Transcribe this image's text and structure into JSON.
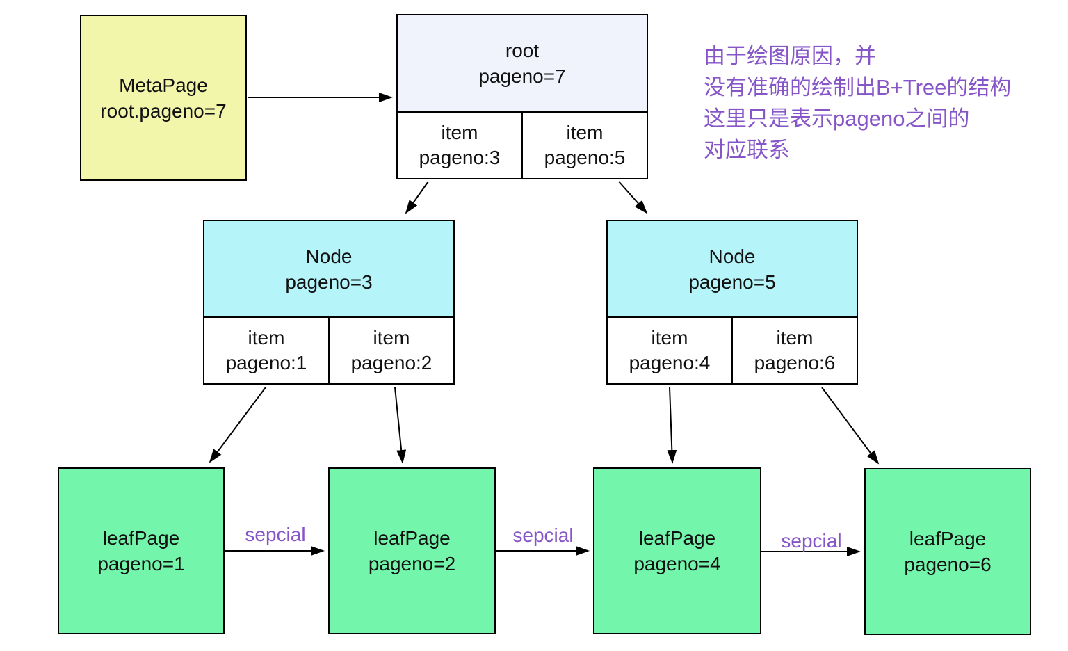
{
  "colors": {
    "meta_page_fill": "#f1f6aa",
    "root_header_fill": "#f0f3fc",
    "node_header_fill": "#b5f5fa",
    "leaf_fill": "#73f5ac",
    "annotation_purple": "#8655c8",
    "line_black": "#000000"
  },
  "annotation": {
    "lines": [
      "由于绘图原因，并",
      "没有准确的绘制出B+Tree的结构",
      "这里只是表示pageno之间的",
      "对应联系"
    ]
  },
  "meta_page": {
    "line1": "MetaPage",
    "line2": "root.pageno=7"
  },
  "root_page": {
    "header": {
      "line1": "root",
      "line2": "pageno=7"
    },
    "items": [
      {
        "line1": "item",
        "line2": "pageno:3"
      },
      {
        "line1": "item",
        "line2": "pageno:5"
      }
    ]
  },
  "nodes": [
    {
      "header": {
        "line1": "Node",
        "line2": "pageno=3"
      },
      "items": [
        {
          "line1": "item",
          "line2": "pageno:1"
        },
        {
          "line1": "item",
          "line2": "pageno:2"
        }
      ]
    },
    {
      "header": {
        "line1": "Node",
        "line2": "pageno=5"
      },
      "items": [
        {
          "line1": "item",
          "line2": "pageno:4"
        },
        {
          "line1": "item",
          "line2": "pageno:6"
        }
      ]
    }
  ],
  "leaf_pages": [
    {
      "line1": "leafPage",
      "line2": "pageno=1"
    },
    {
      "line1": "leafPage",
      "line2": "pageno=2"
    },
    {
      "line1": "leafPage",
      "line2": "pageno=4"
    },
    {
      "line1": "leafPage",
      "line2": "pageno=6"
    }
  ],
  "edge_labels": {
    "leaf1_leaf2": "sepcial",
    "leaf2_leaf4": "sepcial",
    "leaf4_leaf6": "sepcial"
  }
}
